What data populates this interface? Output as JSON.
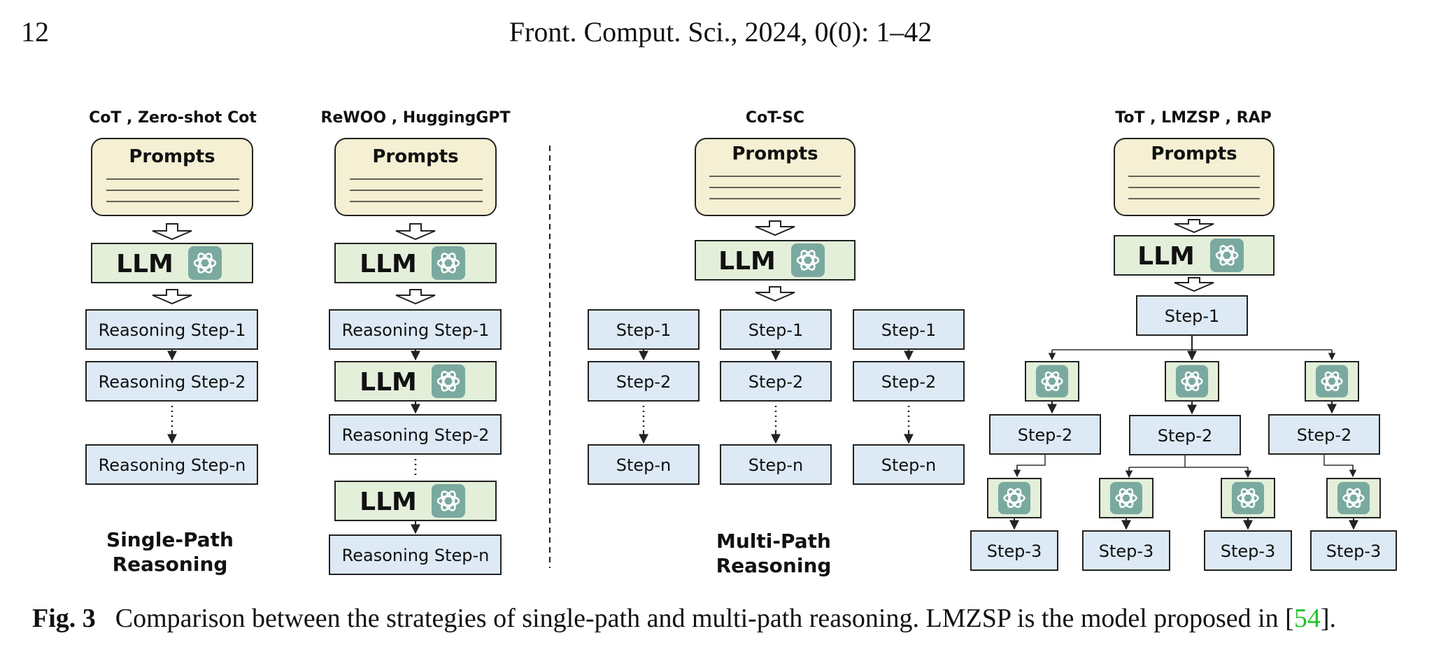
{
  "header": {
    "page_number": "12",
    "journal": "Front. Comput. Sci., 2024, 0(0): 1–42"
  },
  "figure": {
    "col1": {
      "title": "CoT , Zero-shot Cot",
      "prompt": "Prompts",
      "llm": "LLM",
      "steps": [
        "Reasoning Step-1",
        "Reasoning Step-2",
        "Reasoning Step-n"
      ]
    },
    "col2": {
      "title": "ReWOO , HuggingGPT",
      "prompt": "Prompts",
      "llm": "LLM",
      "steps": [
        "Reasoning Step-1",
        "Reasoning Step-2",
        "Reasoning Step-n"
      ]
    },
    "col3": {
      "title": "CoT-SC",
      "prompt": "Prompts",
      "llm": "LLM",
      "steps": [
        "Step-1",
        "Step-2",
        "Step-n"
      ]
    },
    "col4": {
      "title": "ToT , LMZSP , RAP",
      "prompt": "Prompts",
      "llm": "LLM",
      "step1": "Step-1",
      "step2": "Step-2",
      "step3": "Step-3"
    },
    "section_single": [
      "Single-Path",
      "Reasoning"
    ],
    "section_multi": [
      "Multi-Path",
      "Reasoning"
    ],
    "icon": "chatgpt-logo-icon",
    "colors": {
      "prompt_fill": "#f5efd3",
      "llm_fill": "#e3efd9",
      "step_fill": "#ddeaf6",
      "icon_fill": "#7aa9a0",
      "citation": "#22c32a"
    }
  },
  "caption": {
    "label": "Fig. 3",
    "text": "Comparison between the strategies of single-path and multi-path reasoning. LMZSP is the model proposed in [",
    "citation": "54",
    "end": "]."
  }
}
